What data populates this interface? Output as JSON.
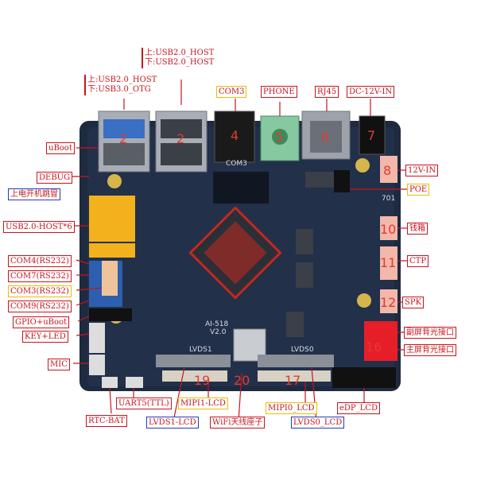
{
  "labels": {
    "usb_top_right": "上:USB2.0_HOST\n下:USB2.0_HOST",
    "usb_top_left": "上:USB2.0_HOST\n下:USB3.0_OTG",
    "com3_top": "COM3",
    "phone": "PHONE",
    "rj45": "RJ45",
    "dc12v_in": "DC-12V-IN",
    "uboot": "uBoot",
    "debug": "DEBUG",
    "power_jumper": "上电开机跳冒",
    "usb_host6": "USB2.0-HOST*6",
    "com4": "COM4(RS232)",
    "com7": "COM7(RS232)",
    "com3": "COM3(RS232)",
    "com9": "COM9(RS232)",
    "gpio_uboot": "GPIO+uBoot",
    "key_led": "KEY+LED",
    "mic": "MIC",
    "rtc_bat": "RTC-BAT",
    "uart5": "UART5(TTL)",
    "lvds1_lcd": "LVDS1-LCD",
    "mipi1_lcd": "MIPI1-LCD",
    "wifi_antenna": "WiFi天线座子",
    "mipi0_lcd": "MIPI0_LCD",
    "lvds0_lcd": "LVDS0_LCD",
    "edp_lcd": "eDP_LCD",
    "v12_in": "12V-IN",
    "poe": "POE",
    "cash_box": "钱箱",
    "ctp": "CTP",
    "spk": "SPK",
    "sub_backlight": "副屏背光接口",
    "main_backlight": "主屏背光接口"
  },
  "numbers": [
    "2",
    "2",
    "4",
    "5",
    "6",
    "7",
    "8",
    "10",
    "11",
    "12",
    "16",
    "17",
    "19",
    "20"
  ],
  "board_text": {
    "model": "AI-518",
    "version": "V2.0",
    "lvds1_silk": "LVDS1",
    "lvds0_silk": "LVDS0",
    "j701": "701",
    "com3_silk": "COM3"
  },
  "colors": {
    "label_red": "#c8141e",
    "label_yellow": "#e2c200",
    "label_blue": "#1f3fb8",
    "board": "#1d2a3f",
    "cpu": "#c4281e"
  }
}
